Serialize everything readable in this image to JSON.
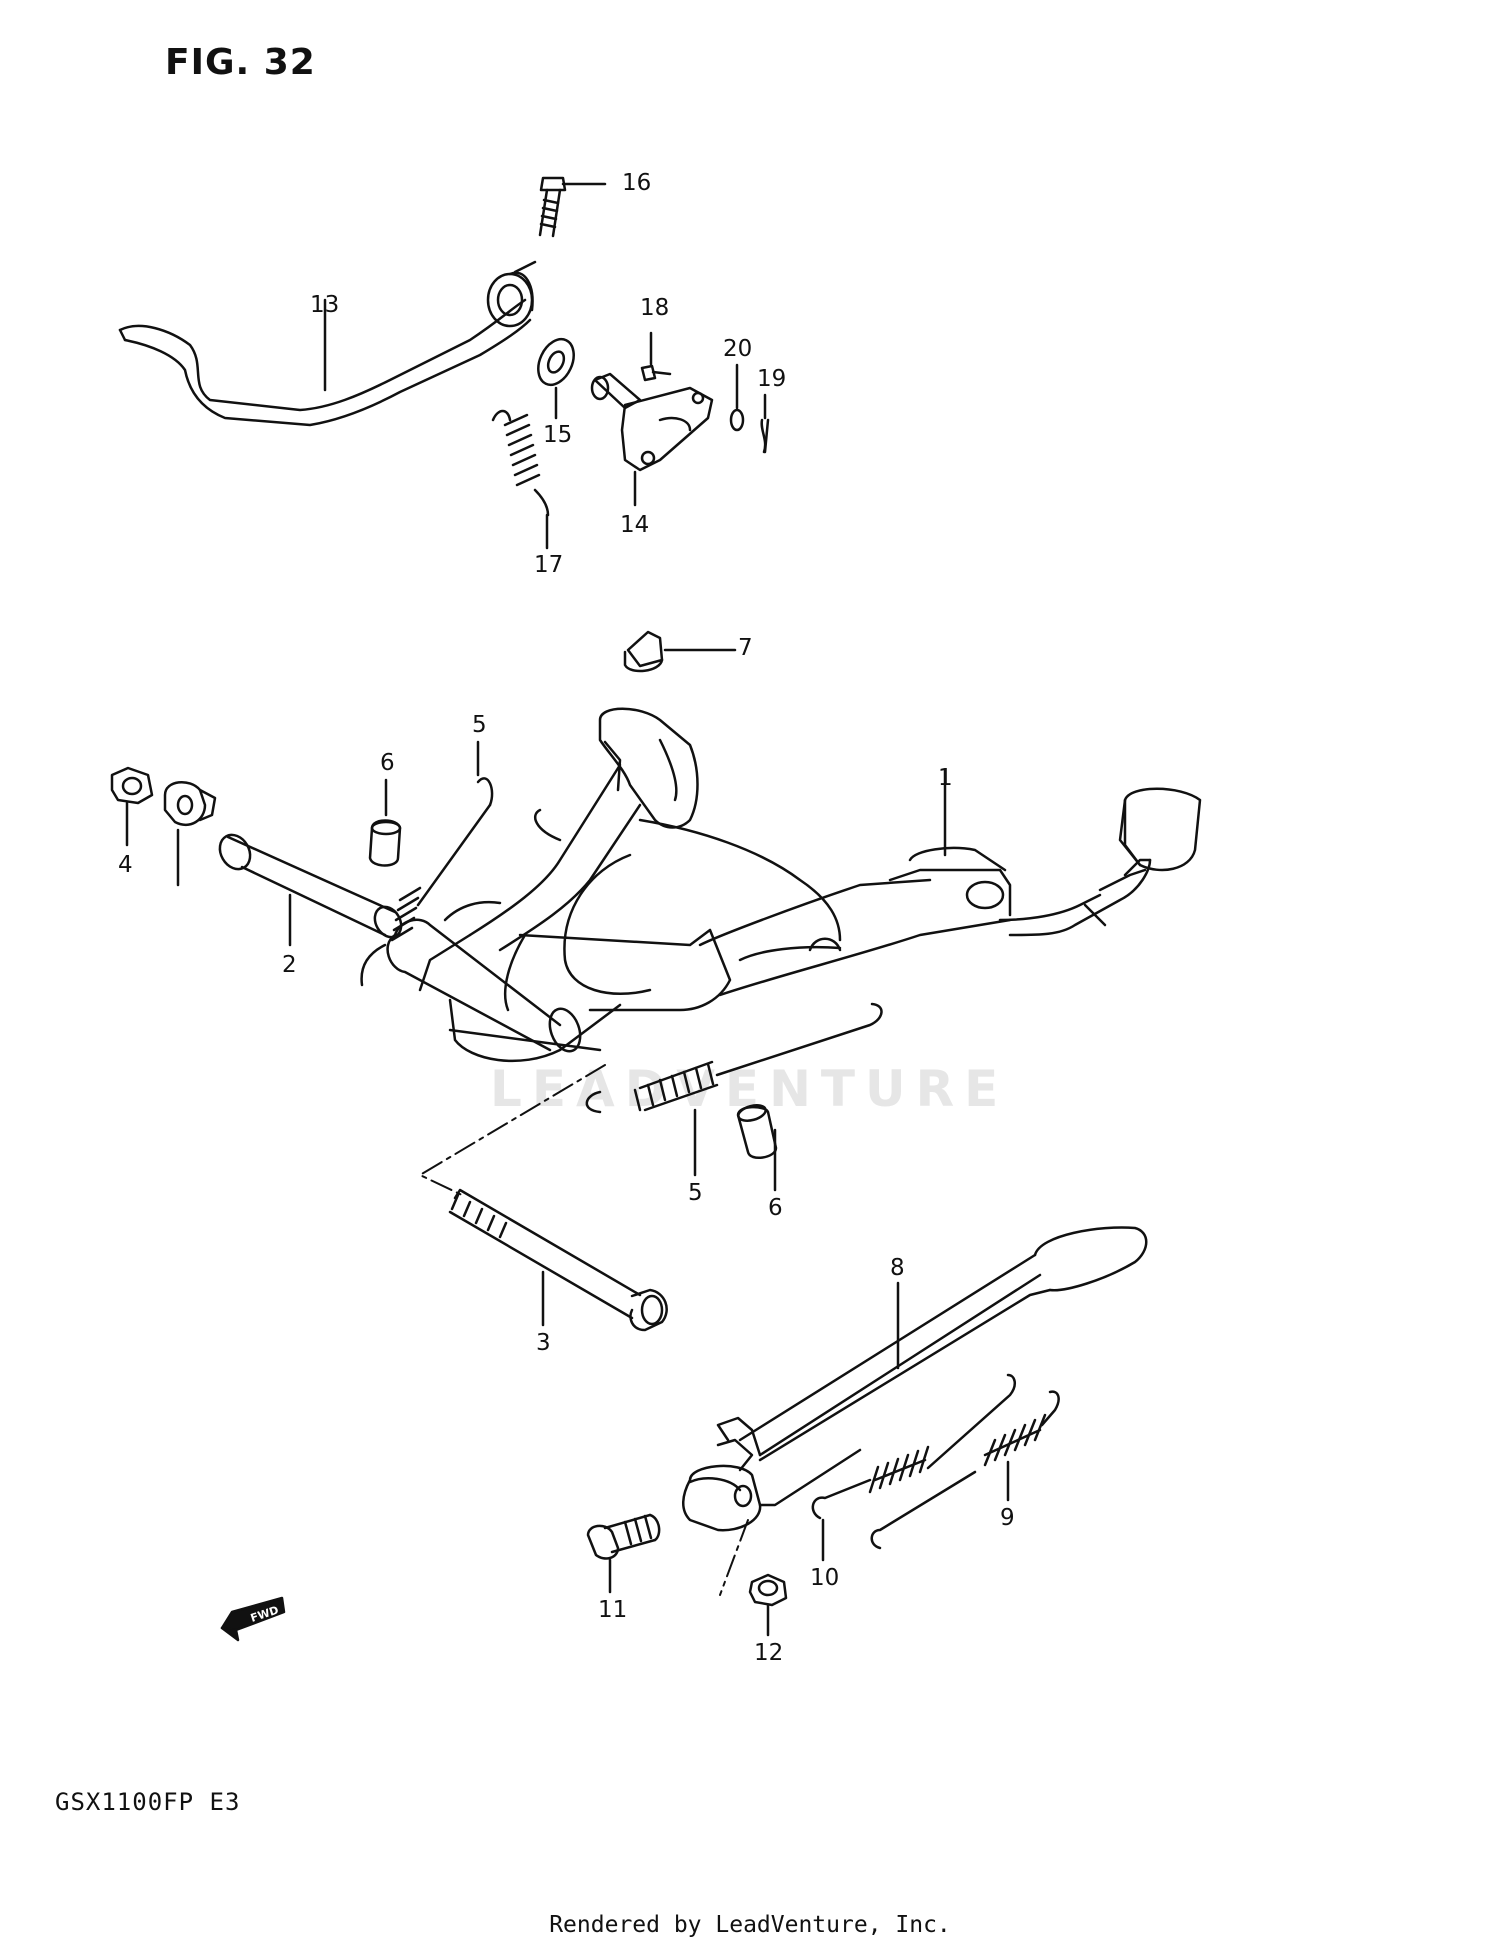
{
  "figure_title": "FIG. 32",
  "model_code": "GSX1100FP E3",
  "credit": "Rendered by LeadVenture, Inc.",
  "watermark": "LEADVENTURE",
  "fwd_label": "FWD",
  "callouts": [
    "1",
    "2",
    "3",
    "4",
    "5",
    "5",
    "6",
    "6",
    "7",
    "8",
    "9",
    "10",
    "11",
    "12",
    "13",
    "14",
    "15",
    "16",
    "17",
    "18",
    "19",
    "20"
  ]
}
